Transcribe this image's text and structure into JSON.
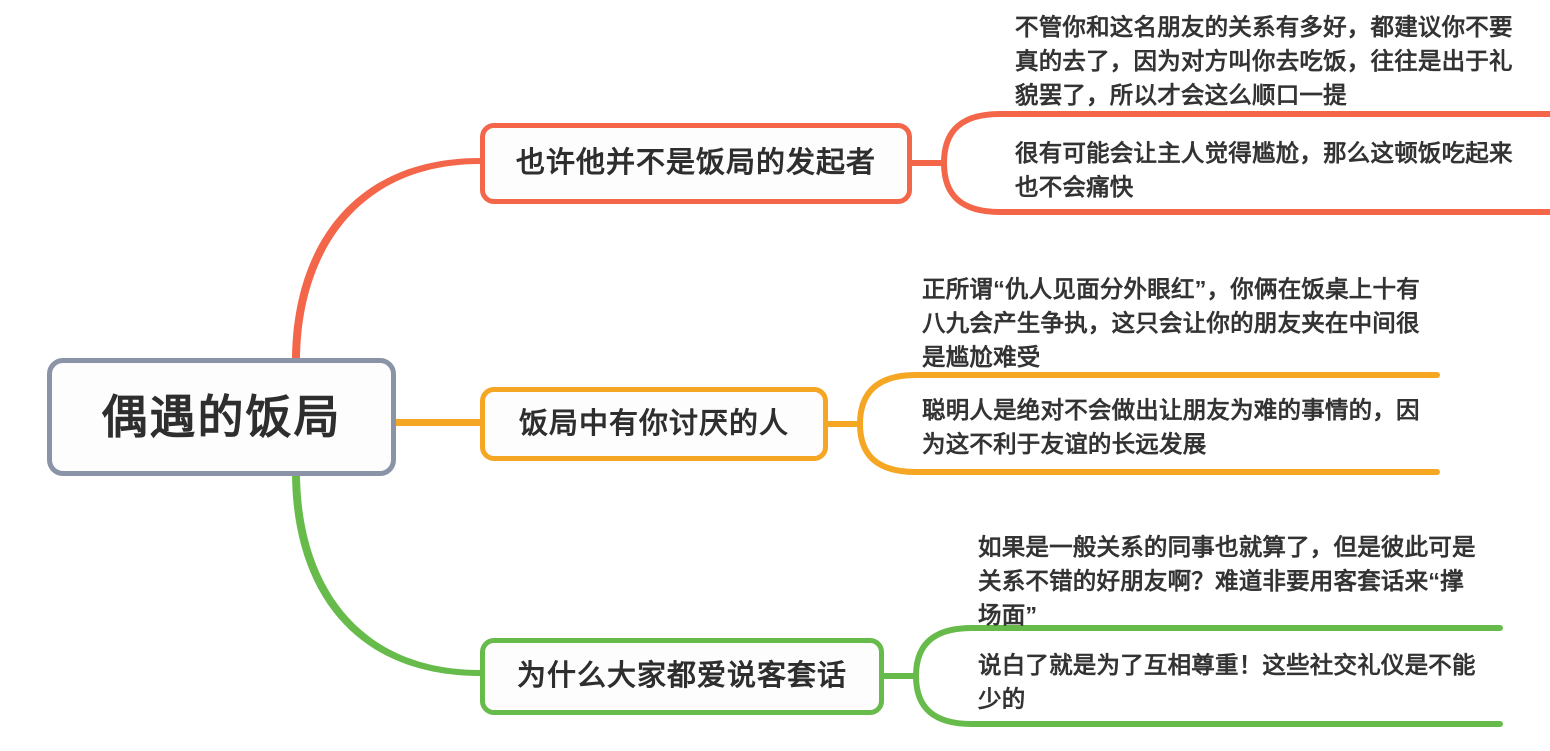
{
  "diagram": {
    "type": "mind-map",
    "root": {
      "label": "偶遇的饭局",
      "border_color": "#8A94A6"
    },
    "branches": [
      {
        "label": "也许他并不是饭局的发起者",
        "color": "#F4664A",
        "leaves": [
          "不管你和这名朋友的关系有多好，都建议你不要\n真的去了，因为对方叫你去吃饭，往往是出于礼\n貌罢了，所以才会这么顺口一提",
          "很有可能会让主人觉得尴尬，那么这顿饭吃起来\n也不会痛快"
        ]
      },
      {
        "label": "饭局中有你讨厌的人",
        "color": "#F5A623",
        "leaves": [
          "正所谓“仇人见面分外眼红”，你俩在饭桌上十有\n八九会产生争执，这只会让你的朋友夹在中间很\n是尴尬难受",
          "聪明人是绝对不会做出让朋友为难的事情的，因\n为这不利于友谊的长远发展"
        ]
      },
      {
        "label": "为什么大家都爱说客套话",
        "color": "#66BB4A",
        "leaves": [
          "如果是一般关系的同事也就算了，但是彼此可是\n关系不错的好朋友啊？难道非要用客套话来“撑\n场面”",
          "说白了就是为了互相尊重！这些社交礼仪是不能\n少的"
        ]
      }
    ]
  }
}
